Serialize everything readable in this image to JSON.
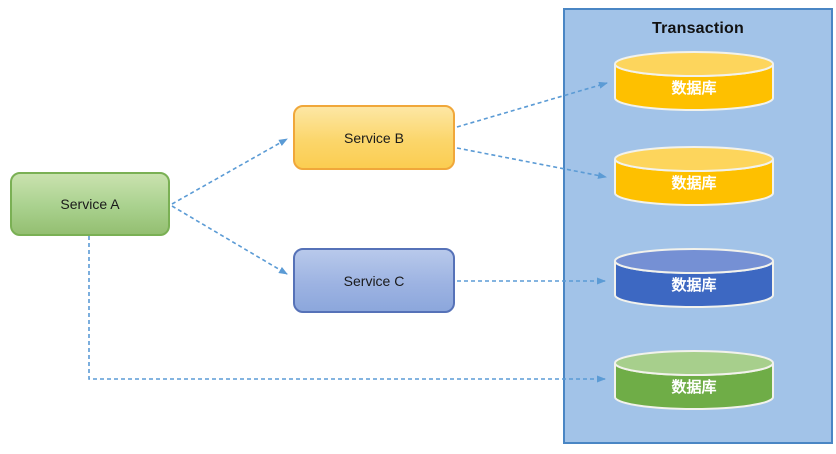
{
  "panel": {
    "title": "Transaction",
    "fill": "#a2c3e8",
    "border": "#4a86c4"
  },
  "nodes": {
    "service_a": {
      "label": "Service A",
      "fill": "#a9d18e",
      "border": "#7ab054"
    },
    "service_b": {
      "label": "Service B",
      "fill": "#ffd966",
      "border": "#f0a73a"
    },
    "service_c": {
      "label": "Service C",
      "fill": "#8faadc",
      "border": "#5672b8"
    }
  },
  "databases": [
    {
      "label": "数据库",
      "body": "#fec000",
      "top": "#fdd55c"
    },
    {
      "label": "数据库",
      "body": "#fec000",
      "top": "#fdd55c"
    },
    {
      "label": "数据库",
      "body": "#3d68c2",
      "top": "#7590d4"
    },
    {
      "label": "数据库",
      "body": "#6fad47",
      "top": "#a7cf8c"
    }
  ],
  "arrows": {
    "color": "#5b9bd5",
    "style": "dashed",
    "links": [
      {
        "from": "service-a",
        "to": "service-b"
      },
      {
        "from": "service-a",
        "to": "service-c"
      },
      {
        "from": "service-b",
        "to": "database-1"
      },
      {
        "from": "service-b",
        "to": "database-2"
      },
      {
        "from": "service-c",
        "to": "database-3"
      },
      {
        "from": "service-a",
        "to": "database-4",
        "shape": "elbow"
      }
    ]
  }
}
